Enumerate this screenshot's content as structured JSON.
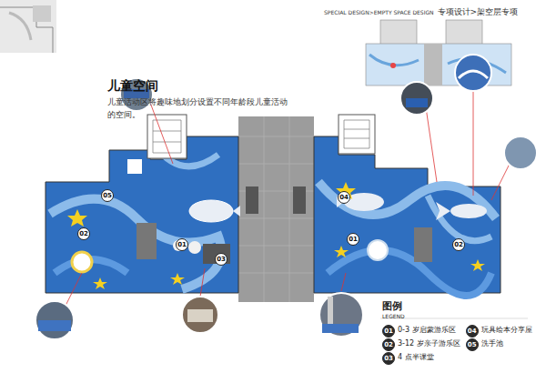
{
  "diagram": {
    "title": "儿童空间",
    "labels": [
      "SPECIAL DESIGN>EMPTY SPACE DESIGN",
      "专项设计>架空层专项",
      "儿童活动区将趣味地划分设置不同年龄段儿童活动的空间。",
      "图例",
      "LEGEND",
      "01",
      "02",
      "03",
      "04",
      "05",
      "05",
      "02",
      "01",
      "03",
      "04",
      "01",
      "02"
    ],
    "legend": [
      {
        "text": "0-3 岁启蒙游乐区"
      },
      {
        "text": "3-12 岁亲子游乐区"
      },
      {
        "text": "4 点半课堂"
      },
      {
        "text": "玩具绘本分享屋"
      },
      {
        "text": "洗手池"
      }
    ]
  }
}
